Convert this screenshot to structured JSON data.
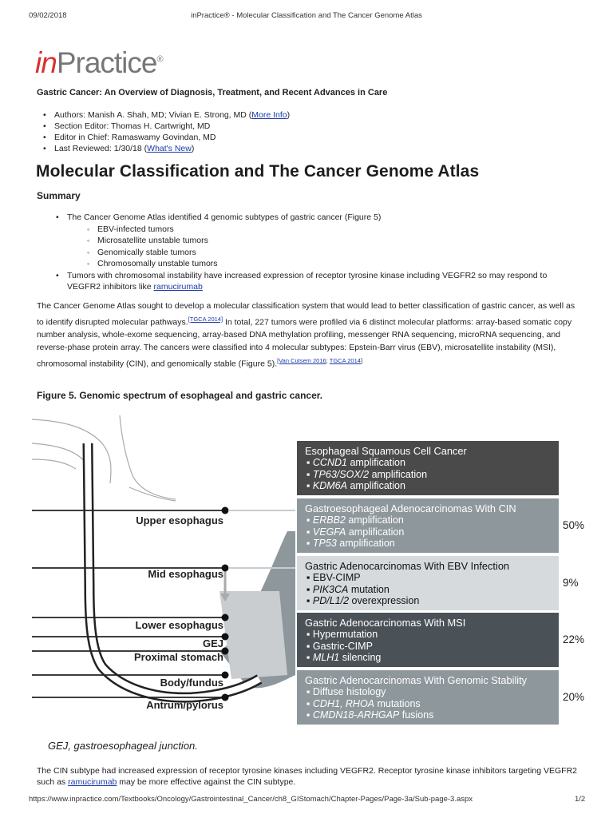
{
  "header": {
    "date": "09/02/2018",
    "title": "inPractice® - Molecular Classification and The Cancer Genome Atlas"
  },
  "logo": {
    "in": "in",
    "practice": "Practice",
    "reg": "®"
  },
  "chapter_title": "Gastric Cancer: An Overview of Diagnosis, Treatment, and Recent Advances in Care",
  "meta": {
    "authors": "Authors: Manish A. Shah, MD; Vivian E. Strong, MD (",
    "more_info": "More Info",
    "section_editor": "Section Editor: Thomas H. Cartwright, MD",
    "editor_in_chief": "Editor in Chief: Ramaswamy Govindan, MD",
    "last_reviewed": "Last Reviewed: 1/30/18 (",
    "whats_new": "What's New"
  },
  "page_title": "Molecular Classification and The Cancer Genome Atlas",
  "summary": {
    "heading": "Summary",
    "bullet1": "The Cancer Genome Atlas identified 4 genomic subtypes of gastric cancer (Figure 5)",
    "subtypes": [
      "EBV-infected tumors",
      "Microsatellite unstable tumors",
      "Genomically stable tumors",
      "Chromosomally unstable tumors"
    ],
    "bullet2": "Tumors with chromosomal instability have increased expression of receptor tyrosine kinase including VEGFR2 so may respond to VEGFR2 inhibitors like ",
    "bullet2_link": "ramucirumab"
  },
  "paragraph": {
    "p1": "The Cancer Genome Atlas sought to develop a molecular classification system that would lead to better classification of gastric cancer, as well as to identify disrupted molecular pathways.",
    "ref1": "[TGCA 2014]",
    "p2": " In total, 227 tumors were profiled via 6 distinct molecular platforms: array-based somatic copy number analysis, whole-exome sequencing, array-based DNA methylation profiling, messenger RNA sequencing, microRNA sequencing, and reverse-phase protein array. The cancers were classified into 4 molecular subtypes: Epstein-Barr virus (EBV), microsatellite instability (MSI), chromosomal instability (CIN), and genomically stable (Figure 5).",
    "ref2a": "[Van Cutsem 2016",
    "ref2sep": "; ",
    "ref2b": "TGCA 2014",
    "ref2end": "]"
  },
  "figure": {
    "title": "Figure 5. Genomic spectrum of esophageal and gastric cancer.",
    "labels": [
      "Upper esophagus",
      "Mid esophagus",
      "Lower esophagus",
      "GEJ",
      "Proximal stomach",
      "Body/fundus",
      "Antrum/pylorus"
    ],
    "boxes": [
      {
        "title": "Esophageal Squamous Cell Cancer",
        "items": [
          [
            "CCND1",
            " amplification"
          ],
          [
            "TP63/SOX/2",
            " amplification"
          ],
          [
            "KDM6A",
            " amplification"
          ]
        ],
        "color": "#4a4a4a",
        "pct": ""
      },
      {
        "title": "Gastroesophageal Adenocarcinomas With CIN",
        "items": [
          [
            "ERBB2",
            " amplification"
          ],
          [
            "VEGFA",
            " amplification"
          ],
          [
            "TP53",
            " amplification"
          ]
        ],
        "color": "#8e979c",
        "pct": "50%"
      },
      {
        "title": "Gastric Adenocarcinomas With EBV Infection",
        "items": [
          [
            "",
            "EBV-CIMP"
          ],
          [
            "PIK3CA",
            " mutation"
          ],
          [
            "PD/L1/2",
            " overexpression"
          ]
        ],
        "color": "#d6dadc",
        "pct": "9%"
      },
      {
        "title": "Gastric Adenocarcinomas With MSI",
        "items": [
          [
            "",
            "Hypermutation"
          ],
          [
            "",
            "Gastric-CIMP"
          ],
          [
            "MLH1",
            " silencing"
          ]
        ],
        "color": "#4b5257",
        "pct": "22%"
      },
      {
        "title": "Gastric Adenocarcinomas With Genomic Stability",
        "items": [
          [
            "",
            "Diffuse histology"
          ],
          [
            "CDH1, RHOA",
            " mutations"
          ],
          [
            "CMDN18-ARHGAP",
            " fusions"
          ]
        ],
        "color": "#8e979c",
        "pct": "20%"
      }
    ],
    "caption": "GEJ, gastroesophageal junction."
  },
  "footer_text": {
    "t1": "The CIN subtype had increased expression of receptor tyrosine kinases including VEGFR2. Receptor tyrosine kinase inhibitors targeting VEGFR2 such as ",
    "link": "ramucirumab",
    "t2": " may be more effective against the CIN subtype."
  },
  "bottom": {
    "url": "https://www.inpractice.com/Textbooks/Oncology/Gastrointestinal_Cancer/ch8_GIStomach/Chapter-Pages/Page-3a/Sub-page-3.aspx",
    "page": "1/2"
  }
}
